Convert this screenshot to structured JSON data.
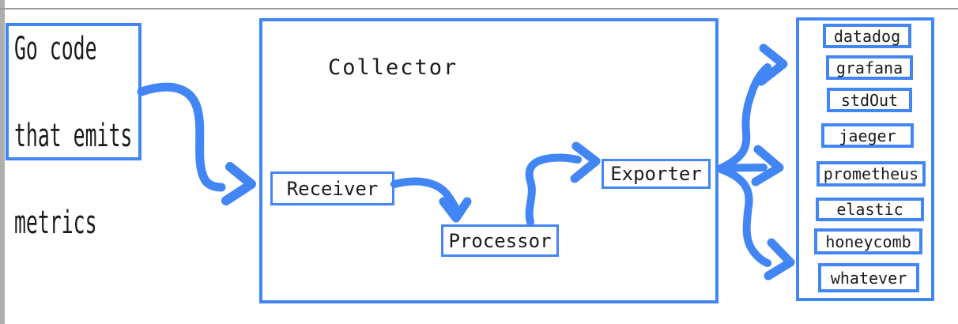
{
  "diagram": {
    "source": {
      "line1": "Go code",
      "line2": "that emits",
      "line3": "metrics"
    },
    "collector": {
      "title": "Collector",
      "receiver": "Receiver",
      "processor": "Processor",
      "exporter": "Exporter"
    },
    "destinations": [
      "datadog",
      "grafana",
      "stdOut",
      "jaeger",
      "prometheus",
      "elastic",
      "honeycomb",
      "whatever"
    ],
    "colors": {
      "blue": "#4285f4",
      "ink": "#212121",
      "edge_gray": "#aeaeae",
      "line_gray": "#9b9b9b"
    }
  }
}
